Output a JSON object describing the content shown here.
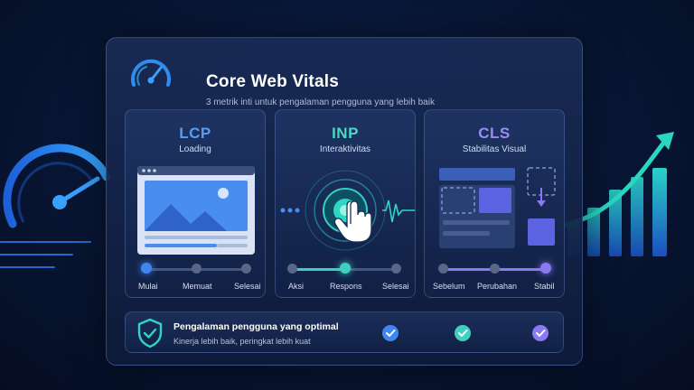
{
  "header": {
    "title": "Core Web Vitals",
    "subtitle": "3 metrik inti untuk pengalaman pengguna yang lebih baik",
    "logo_icon": "speedometer-icon"
  },
  "metrics": [
    {
      "name": "LCP",
      "label": "Loading",
      "color": "#5a9cf5",
      "art_icon": "webpage-image-icon",
      "steps": [
        "Mulai",
        "Memuat",
        "Selesai"
      ],
      "active_step": 0
    },
    {
      "name": "INP",
      "label": "Interaktivitas",
      "color": "#4fd6c4",
      "art_icon": "tap-hand-icon",
      "steps": [
        "Aksi",
        "Respons",
        "Selesai"
      ],
      "active_step": 1
    },
    {
      "name": "CLS",
      "label": "Stabilitas Visual",
      "color": "#9a8cf5",
      "art_icon": "layout-shift-icon",
      "steps": [
        "Sebelum",
        "Perubahan",
        "Stabil"
      ],
      "active_step": 2
    }
  ],
  "summary": {
    "title": "Pengalaman pengguna yang optimal",
    "subtitle": "Kinerja lebih baik, peringkat lebih kuat",
    "icon": "shield-check-icon",
    "checks": [
      {
        "icon": "check-icon",
        "color": "#3f86f0"
      },
      {
        "icon": "check-icon",
        "color": "#3fd0bf"
      },
      {
        "icon": "check-icon",
        "color": "#8a79f2"
      }
    ]
  },
  "decor": {
    "left_icon": "speedometer-icon",
    "right_icon": "growth-bar-chart-icon"
  }
}
